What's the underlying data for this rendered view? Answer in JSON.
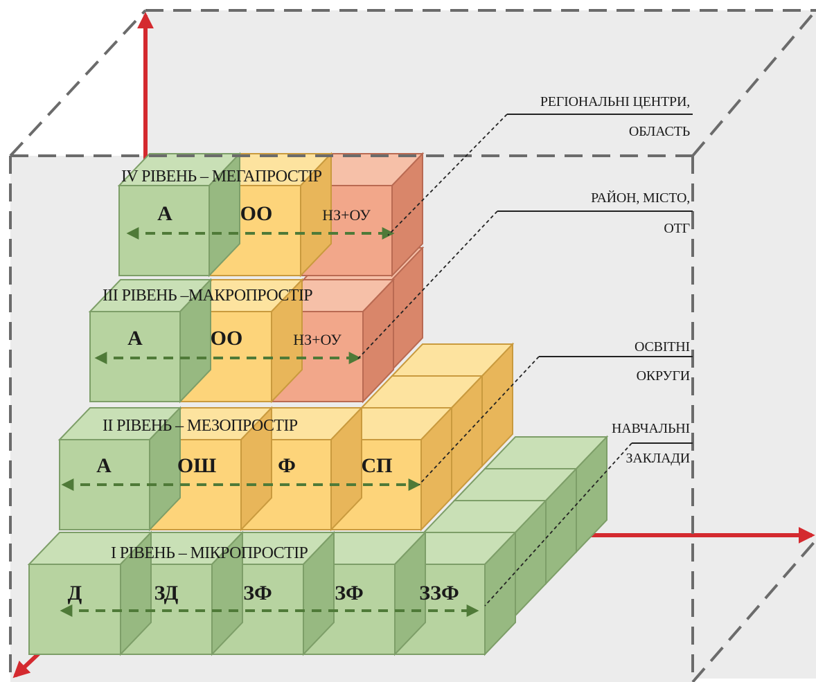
{
  "levels": [
    {
      "title": "І РІВЕНЬ – МІКРОПРОСТІР",
      "cubes": [
        "Д",
        "ЗД",
        "ЗФ",
        "ЗФ",
        "ЗЗФ"
      ]
    },
    {
      "title": "ІІ РІВЕНЬ – МЕЗОПРОСТІР",
      "cubes": [
        "А",
        "ОШ",
        "Ф",
        "СП"
      ]
    },
    {
      "title": "ІІІ РІВЕНЬ –МАКРОПРОСТІР",
      "cubes": [
        "А",
        "ОО",
        "НЗ+ОУ"
      ]
    },
    {
      "title": "IV РІВЕНЬ – МЕГАПРОСТІР",
      "cubes": [
        "А",
        "ОО",
        "НЗ+ОУ"
      ]
    }
  ],
  "side_labels": {
    "regional_1": "РЕГІОНАЛЬНІ ЦЕНТРИ,",
    "regional_2": "ОБЛАСТЬ",
    "district_1": "РАЙОН, МІСТО,",
    "district_2": "ОТГ",
    "okrugs_1": "ОСВІТНІ",
    "okrugs_2": "ОКРУГИ",
    "schools_1": "НАВЧАЛЬНІ",
    "schools_2": "ЗАКЛАДИ"
  },
  "colors": {
    "green": "#b7d3a0",
    "yellow": "#fdd47a",
    "salmon": "#f2a78a",
    "axis": "#d42a2f",
    "arrow": "#4f7a38",
    "box_dash": "#6b6b6b",
    "background": "#ececec"
  }
}
